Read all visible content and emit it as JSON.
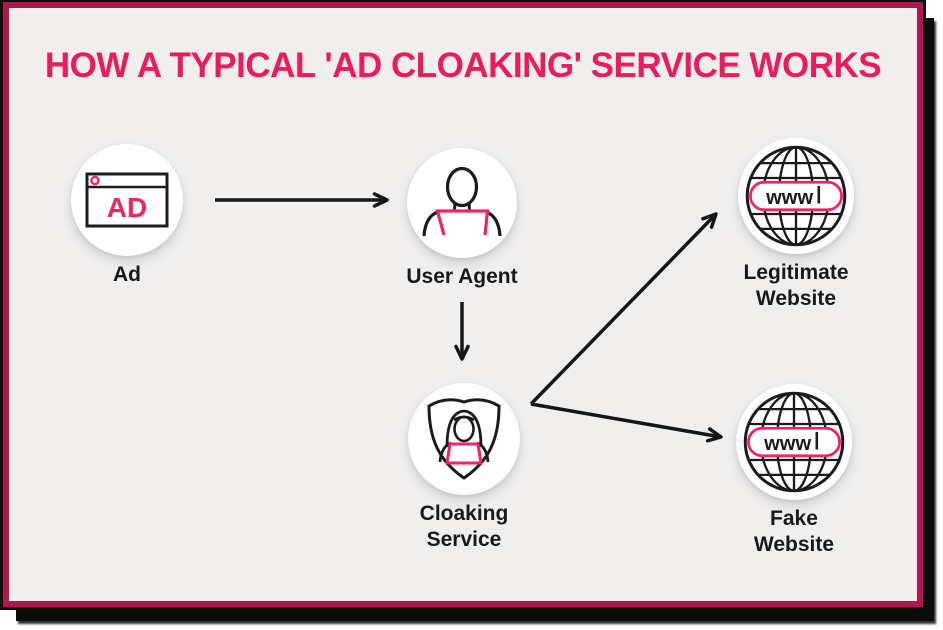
{
  "title": {
    "text": "HOW A TYPICAL 'AD CLOAKING' SERVICE WORKS",
    "color": "#EC1A5E"
  },
  "frame": {
    "border_color": "#B01751",
    "shadow_color": "#0B0D0A",
    "card_background": "#F0EFEE",
    "page_background": "#FFFFFF"
  },
  "colors": {
    "accent_pink": "#F42069",
    "icon_outline": "#1B1B1B",
    "arrow": "#161616",
    "label_text": "#191919",
    "node_background": "#FFFFFF"
  },
  "nodes": {
    "ad": {
      "label_lines": [
        "Ad"
      ],
      "icon": "ad-browser-window-icon",
      "icon_text": "AD"
    },
    "user_agent": {
      "label_lines": [
        "User Agent"
      ],
      "icon": "person-at-laptop-icon"
    },
    "cloaking_service": {
      "label_lines": [
        "Cloaking",
        "Service"
      ],
      "icon": "hooded-hacker-shield-icon"
    },
    "legitimate_website": {
      "label_lines": [
        "Legitimate",
        "Website"
      ],
      "icon": "globe-www-icon",
      "icon_text": "www"
    },
    "fake_website": {
      "label_lines": [
        "Fake",
        "Website"
      ],
      "icon": "globe-www-icon",
      "icon_text": "www"
    }
  },
  "edges": [
    {
      "from": "ad",
      "to": "user_agent"
    },
    {
      "from": "user_agent",
      "to": "cloaking_service"
    },
    {
      "from": "cloaking_service",
      "to": "legitimate_website"
    },
    {
      "from": "cloaking_service",
      "to": "fake_website"
    }
  ]
}
